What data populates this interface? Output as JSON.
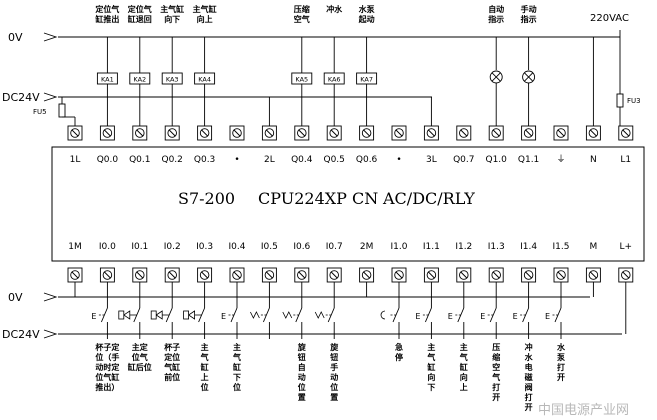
{
  "rails": {
    "top_0v": "0V",
    "top_24v": "DC24V",
    "bottom_0v": "0V",
    "bottom_24v": "DC24V",
    "ac": "220VAC",
    "fuse_left": "FU5",
    "fuse_right": "FU3"
  },
  "plc": {
    "model_left": "S7-200",
    "model_mid": "CPU224XP CN",
    "model_right": "AC/DC/RLY"
  },
  "top_labels": [
    "1L",
    "Q0.0",
    "Q0.1",
    "Q0.2",
    "Q0.3",
    "•",
    "2L",
    "Q0.4",
    "Q0.5",
    "Q0.6",
    "•",
    "3L",
    "Q0.7",
    "Q1.0",
    "Q1.1",
    "⏚",
    "N",
    "L1"
  ],
  "bottom_labels": [
    "1M",
    "I0.0",
    "I0.1",
    "I0.2",
    "I0.3",
    "I0.4",
    "I0.5",
    "I0.6",
    "I0.7",
    "2M",
    "I1.0",
    "I1.1",
    "I1.2",
    "I1.3",
    "I1.4",
    "I1.5",
    "M",
    "L+"
  ],
  "relays": [
    "KA1",
    "KA2",
    "KA3",
    "KA4",
    "KA5",
    "KA6",
    "KA7"
  ],
  "output_desc": [
    "定位气\n缸推出",
    "定位气\n缸退回",
    "主气缸\n向下",
    "主气缸\n向上",
    "压缩\n空气",
    "冲水",
    "水泵\n起动",
    "自动\n指示",
    "手动\n指示"
  ],
  "input_desc": [
    "杯子定\n位（手\n动时定\n位气缸\n推出）",
    "主定\n位气\n缸后位",
    "杯子\n定位\n气缸\n前位",
    "主\n气\n缸\n上\n位",
    "主\n气\n缸\n下\n位",
    "旋\n钮\n自\n动\n位\n置",
    "旋\n钮\n手\n动\n位\n置",
    "急\n停",
    "主\n气\n缸\n向\n下",
    "主\n气\n缸\n向\n上",
    "压\n缩\n空\n气\n打\n开",
    "冲\n水\n电\n磁\n阀\n打\n开",
    "水\n泵\n打\n开"
  ],
  "switch_letter": "E",
  "watermark": "中国电源产业网"
}
